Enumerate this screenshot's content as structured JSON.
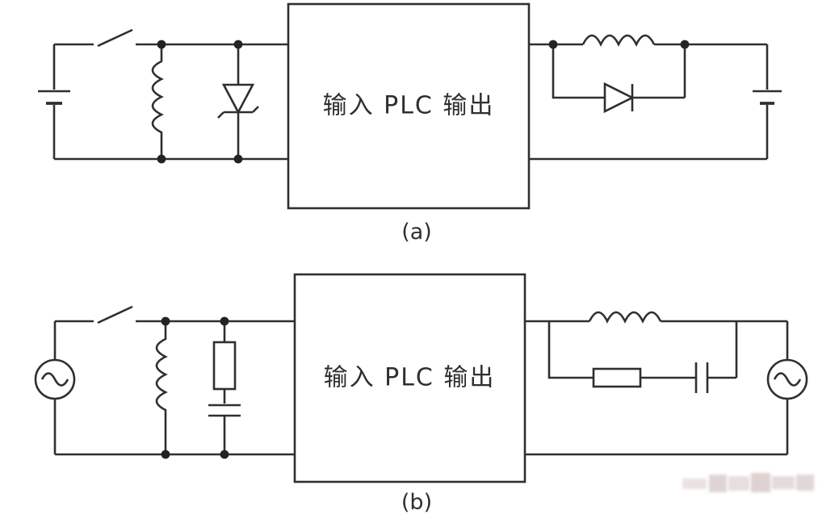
{
  "page": {
    "background": "#ffffff",
    "line_color": "#2f2f2f"
  },
  "diagram_a": {
    "plc_label": "输入  PLC  输出",
    "caption": "(a)"
  },
  "diagram_b": {
    "plc_label": "输入  PLC  输出",
    "caption": "(b)"
  }
}
